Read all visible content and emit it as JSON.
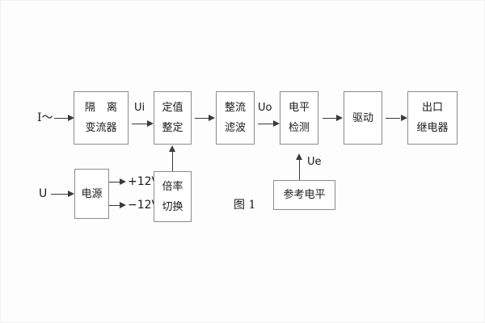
{
  "figure": {
    "caption": "图 1",
    "blocks": [
      {
        "id": "isolation-ct",
        "lines": [
          "隔 离",
          "变流器"
        ]
      },
      {
        "id": "setting-value",
        "lines": [
          "定值",
          "整定"
        ]
      },
      {
        "id": "rectify-filter",
        "lines": [
          "整流",
          "滤波"
        ]
      },
      {
        "id": "level-detect",
        "lines": [
          "电平",
          "检测"
        ]
      },
      {
        "id": "drive",
        "lines": [
          "驱动"
        ]
      },
      {
        "id": "output-relay",
        "lines": [
          "出口",
          "继电器"
        ]
      },
      {
        "id": "power-supply",
        "lines": [
          "电源"
        ]
      },
      {
        "id": "multiplier-switch",
        "lines": [
          "倍率",
          "切换"
        ]
      },
      {
        "id": "reference-level",
        "lines": [
          "参考电平"
        ]
      }
    ],
    "signals": {
      "current_input": "I～",
      "ui": "Ui",
      "uo": "Uo",
      "ue": "Ue",
      "voltage_input": "U",
      "supply_positive": "+12V",
      "supply_negative": "−12V"
    }
  }
}
